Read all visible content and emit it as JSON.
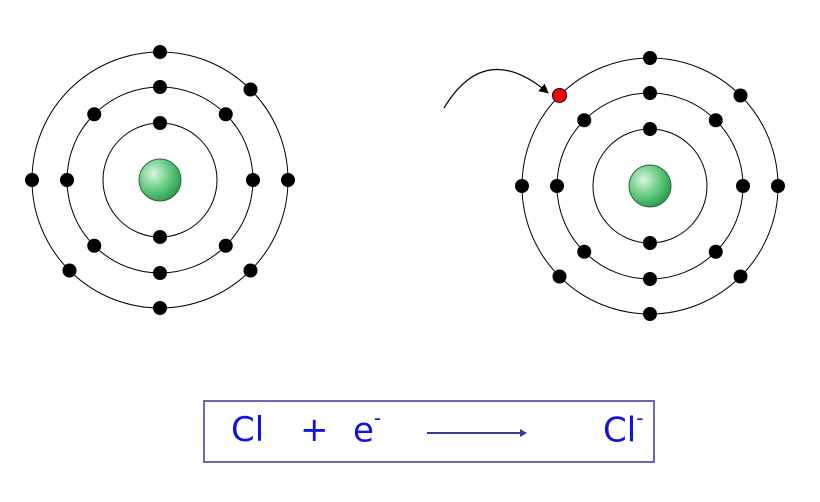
{
  "atoms": [
    {
      "name": "chlorine-atom",
      "shells": [
        2,
        8,
        7
      ],
      "added_electron": false
    },
    {
      "name": "chloride-ion",
      "shells": [
        2,
        8,
        8
      ],
      "added_electron": true
    }
  ],
  "colors": {
    "nucleus": "#4fbf6f",
    "electron": "#000000",
    "added_electron": "#ff0000",
    "equation_text": "#1414d8",
    "box_border": "#6a6aae"
  },
  "equation": {
    "reactant": "Cl",
    "plus": "+",
    "electron": "e",
    "electron_charge": "-",
    "product": "Cl",
    "product_charge": "-"
  }
}
